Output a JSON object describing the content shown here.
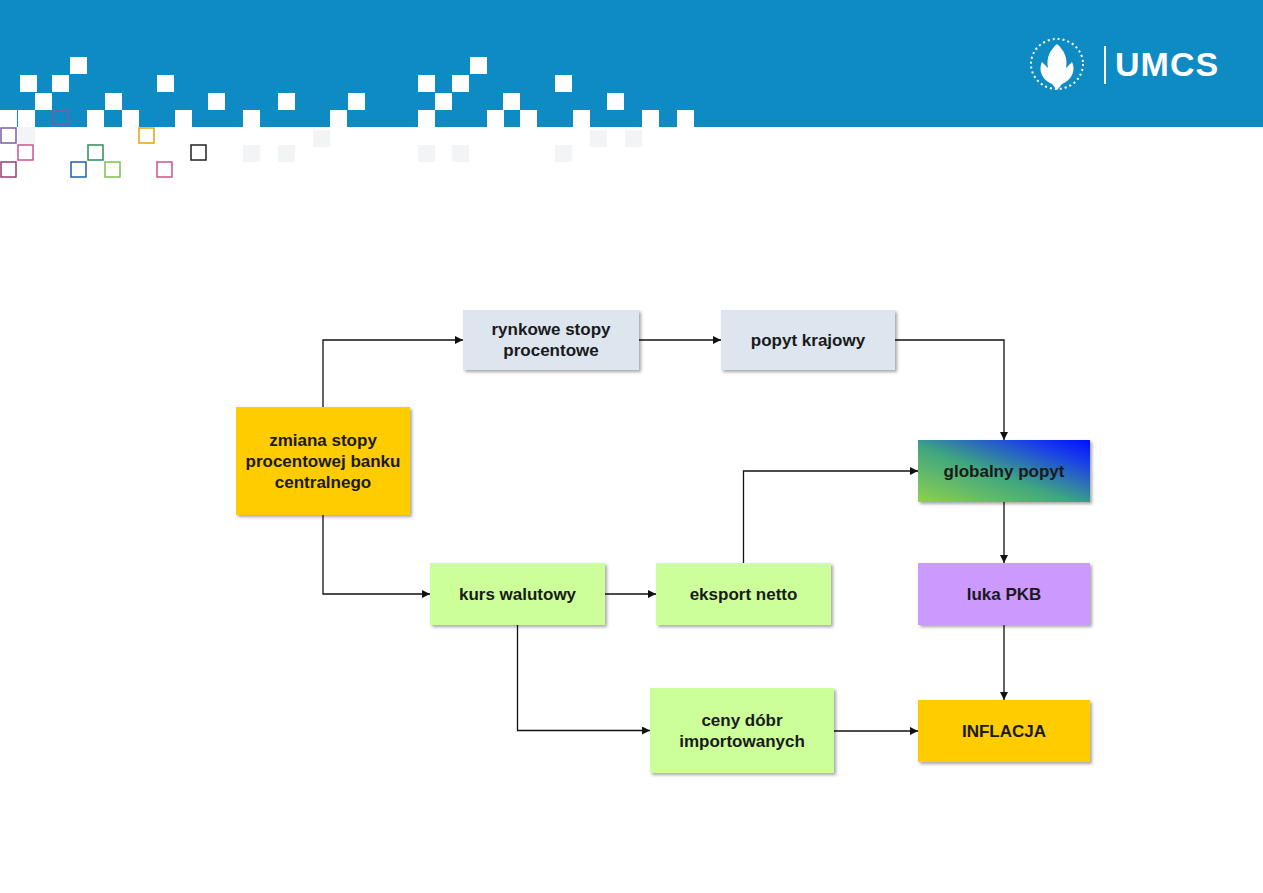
{
  "diagram": {
    "nodes": [
      {
        "text": [
          "zmiana stopy procentowej banku centralnego"
        ]
      },
      {
        "text": [
          "rynkowe stopy procentowe"
        ]
      },
      {
        "text": [
          "popyt krajowy"
        ]
      },
      {
        "text": [
          "globalny popyt"
        ]
      },
      {
        "text": [
          "kurs walutowy"
        ]
      },
      {
        "text": [
          "eksport netto"
        ]
      },
      {
        "text": [
          "luka PKB"
        ]
      },
      {
        "text": [
          "ceny dóbr importowanych"
        ]
      },
      {
        "text": [
          "INFLACJA"
        ]
      }
    ],
    "edges": [
      {
        "from": 0,
        "to": 1,
        "arrow": "to"
      },
      {
        "from": 1,
        "to": 2,
        "arrow": "to"
      },
      {
        "from": 2,
        "to": 3,
        "arrow": "to"
      },
      {
        "from": 0,
        "to": 4,
        "arrow": "to"
      },
      {
        "from": 4,
        "to": 5,
        "arrow": "to"
      },
      {
        "from": 5,
        "to": 3,
        "arrow": "to"
      },
      {
        "from": 3,
        "to": 6,
        "arrow": "to"
      },
      {
        "from": 6,
        "to": 8,
        "arrow": "to"
      },
      {
        "from": 4,
        "to": 7,
        "arrow": "to"
      },
      {
        "from": 7,
        "to": 8,
        "arrow": "to"
      }
    ],
    "labels": [
      "UMCS"
    ]
  }
}
